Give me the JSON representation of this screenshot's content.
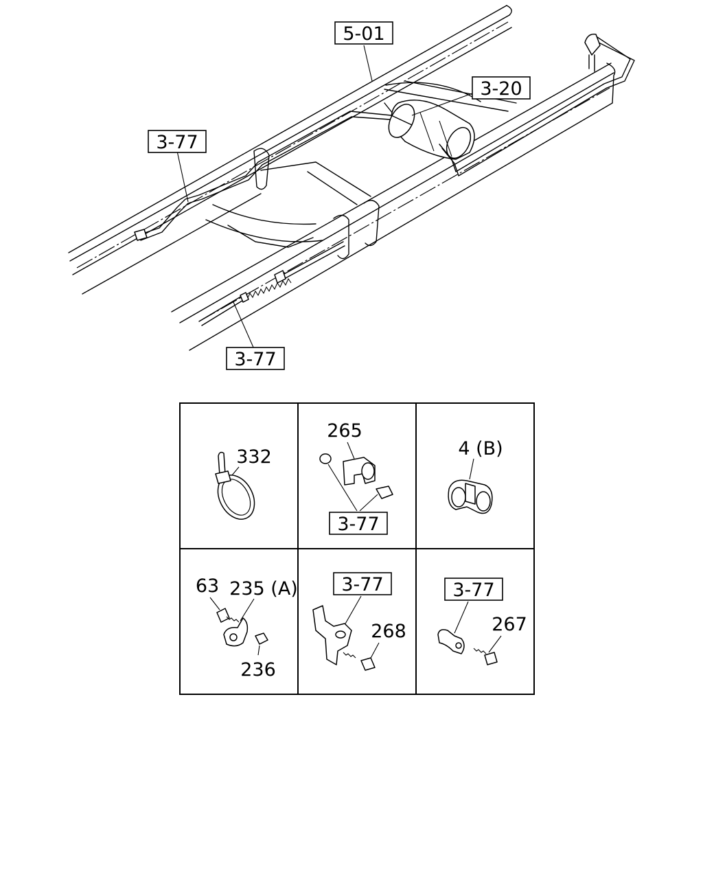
{
  "callouts": {
    "frame": "5-01",
    "tank": "3-20",
    "pipe_left": "3-77",
    "pipe_bottom": "3-77",
    "clip_265": "3-77",
    "bracket_268": "3-77",
    "clamp_267": "3-77"
  },
  "parts": {
    "tie_band": "332",
    "clip": "265",
    "clamp_b": "4 (B)",
    "bolt_63": "63",
    "clamp_a": "235 (A)",
    "nut_236": "236",
    "bolt_268": "268",
    "bolt_267": "267"
  }
}
